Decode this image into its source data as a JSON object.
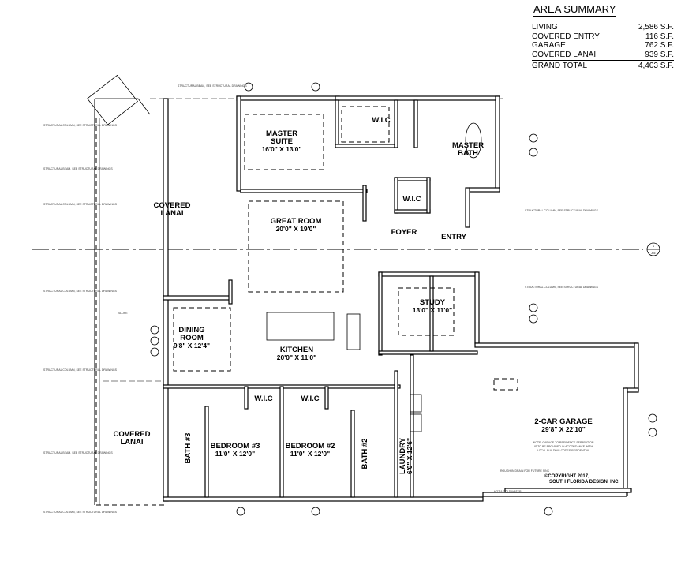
{
  "area_summary": {
    "title": "AREA SUMMARY",
    "rows": [
      {
        "label": "LIVING",
        "value": "2,586 S.F."
      },
      {
        "label": "COVERED ENTRY",
        "value": "116 S.F."
      },
      {
        "label": "GARAGE",
        "value": "762 S.F."
      },
      {
        "label": "COVERED LANAI",
        "value": "939 S.F."
      }
    ],
    "total": {
      "label": "GRAND TOTAL",
      "value": "4,403 S.F."
    }
  },
  "rooms": {
    "master_suite": {
      "name1": "MASTER",
      "name2": "SUITE",
      "dims": "16'0\" X 13'0\""
    },
    "wic_master": {
      "name": "W.I.C"
    },
    "master_bath": {
      "name1": "MASTER",
      "name2": "BATH"
    },
    "covered_lanai_top": {
      "name1": "COVERED",
      "name2": "LANAI"
    },
    "great_room": {
      "name": "GREAT ROOM",
      "dims": "20'0\" X 19'0\""
    },
    "wic_foyer": {
      "name": "W.I.C"
    },
    "foyer": {
      "name": "FOYER"
    },
    "entry": {
      "name": "ENTRY"
    },
    "study": {
      "name": "STUDY",
      "dims": "13'0\" X 11'0\""
    },
    "dining_room": {
      "name1": "DINING",
      "name2": "ROOM",
      "dims": "9'8\" X 12'4\""
    },
    "kitchen": {
      "name": "KITCHEN",
      "dims": "20'0\" X 11'0\""
    },
    "wic_bed3": {
      "name": "W.I.C"
    },
    "wic_bed2": {
      "name": "W.I.C"
    },
    "covered_lanai_bottom": {
      "name1": "COVERED",
      "name2": "LANAI"
    },
    "bath3": {
      "name": "BATH #3"
    },
    "bedroom3": {
      "name": "BEDROOM #3",
      "dims": "11'0\" X 12'0\""
    },
    "bedroom2": {
      "name": "BEDROOM #2",
      "dims": "11'0\" X 12'0\""
    },
    "bath2": {
      "name": "BATH #2"
    },
    "laundry": {
      "name": "LAUNDRY",
      "dims": "6'0\" X 12'6\""
    },
    "garage": {
      "name": "2-CAR GARAGE",
      "dims": "29'8\" X 22'10\""
    }
  },
  "notes": {
    "garage_note1": "NOTE: GARAGE TO RESIDENCE SEPARATION",
    "garage_note2": "IS TO BE PROVIDED IN ACCORDANCE WITH",
    "garage_note3": "LOCAL BUILDING CODES-RESIDENTIAL",
    "copyright1": "©COPYRIGHT 2017,",
    "copyright2": "SOUTH FLORIDA DESIGN, INC.",
    "drain": "ROUGH IN DRAIN FOR FUTURE SINK",
    "water": "HOT & COLD WATER",
    "structural": "STRUCTURAL COLUMN, SEE STRUCTURAL DRAWINGS",
    "beam": "STRUCTURAL BEAM, SEE STRUCTURAL DRAWINGS",
    "slope": "SLOPE",
    "section_num": "1",
    "section_sheet": "A5"
  }
}
